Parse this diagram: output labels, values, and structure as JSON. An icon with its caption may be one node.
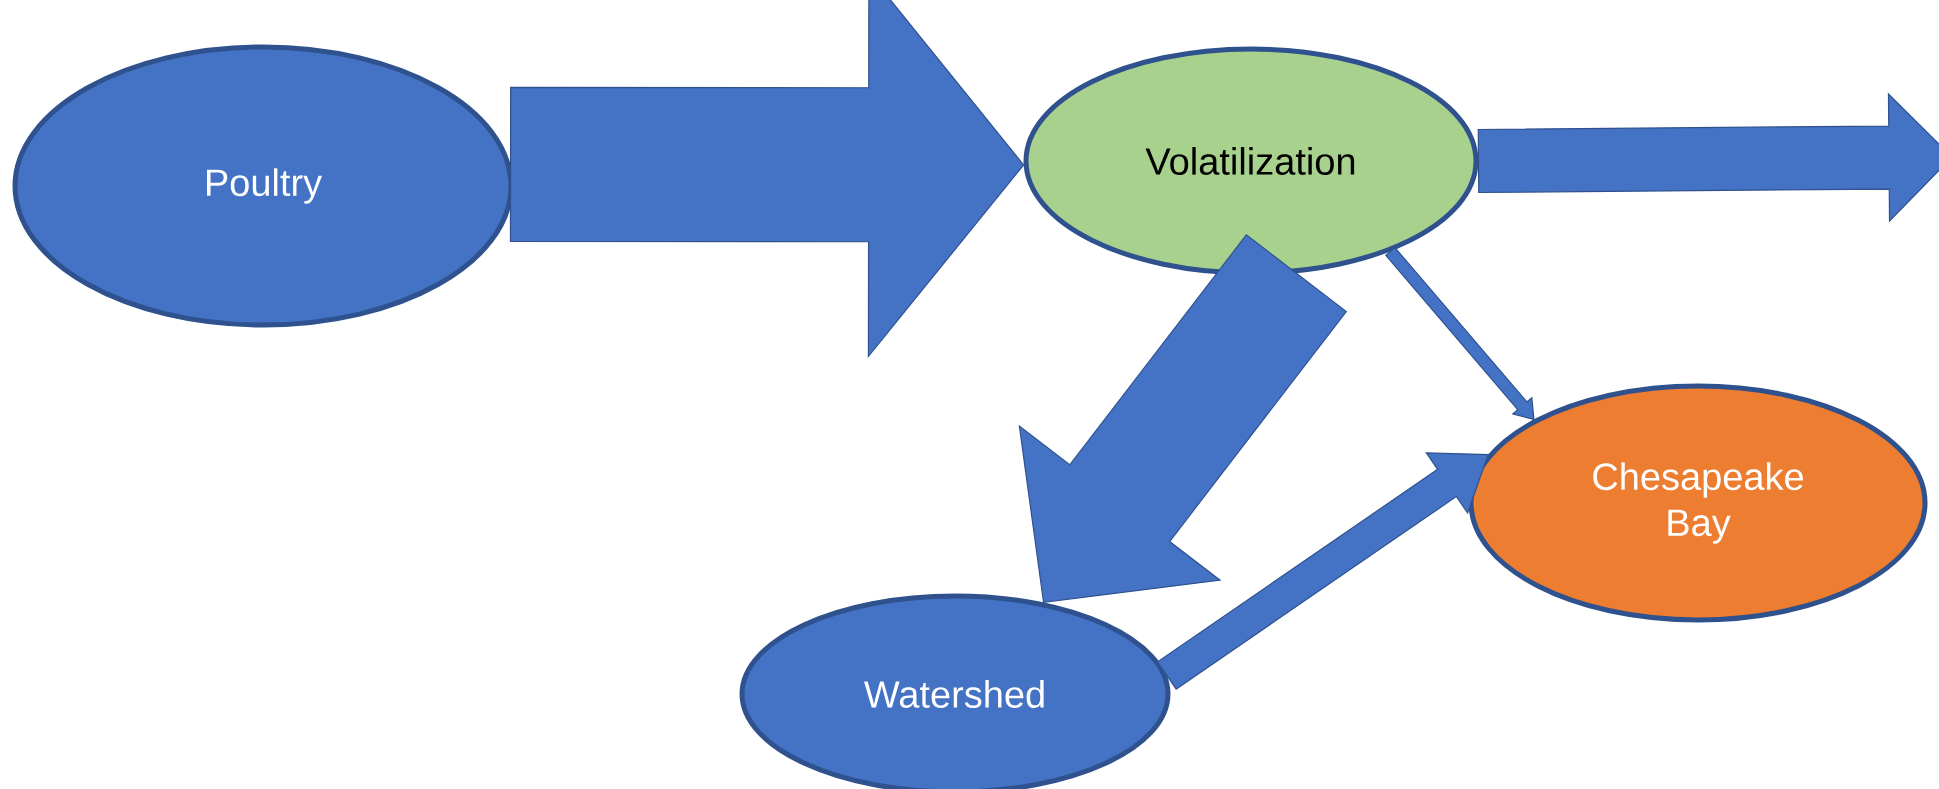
{
  "diagram": {
    "nodes": [
      {
        "text": [
          "Poultry"
        ]
      },
      {
        "text": [
          "Volatilization"
        ]
      },
      {
        "text": [
          "Chesapeake Bay"
        ]
      },
      {
        "text": [
          "Watershed"
        ]
      }
    ],
    "edges": [
      {
        "from": 0,
        "to": 1,
        "arrow": "to",
        "style": "thick"
      },
      {
        "from": 1,
        "to": 3,
        "arrow": "to",
        "style": "thick"
      },
      {
        "from": 1,
        "to": 2,
        "arrow": "to"
      },
      {
        "from": 3,
        "to": 2,
        "arrow": "to"
      },
      {
        "from": 1,
        "to": null,
        "arrow": "to",
        "style": "thick"
      }
    ]
  }
}
